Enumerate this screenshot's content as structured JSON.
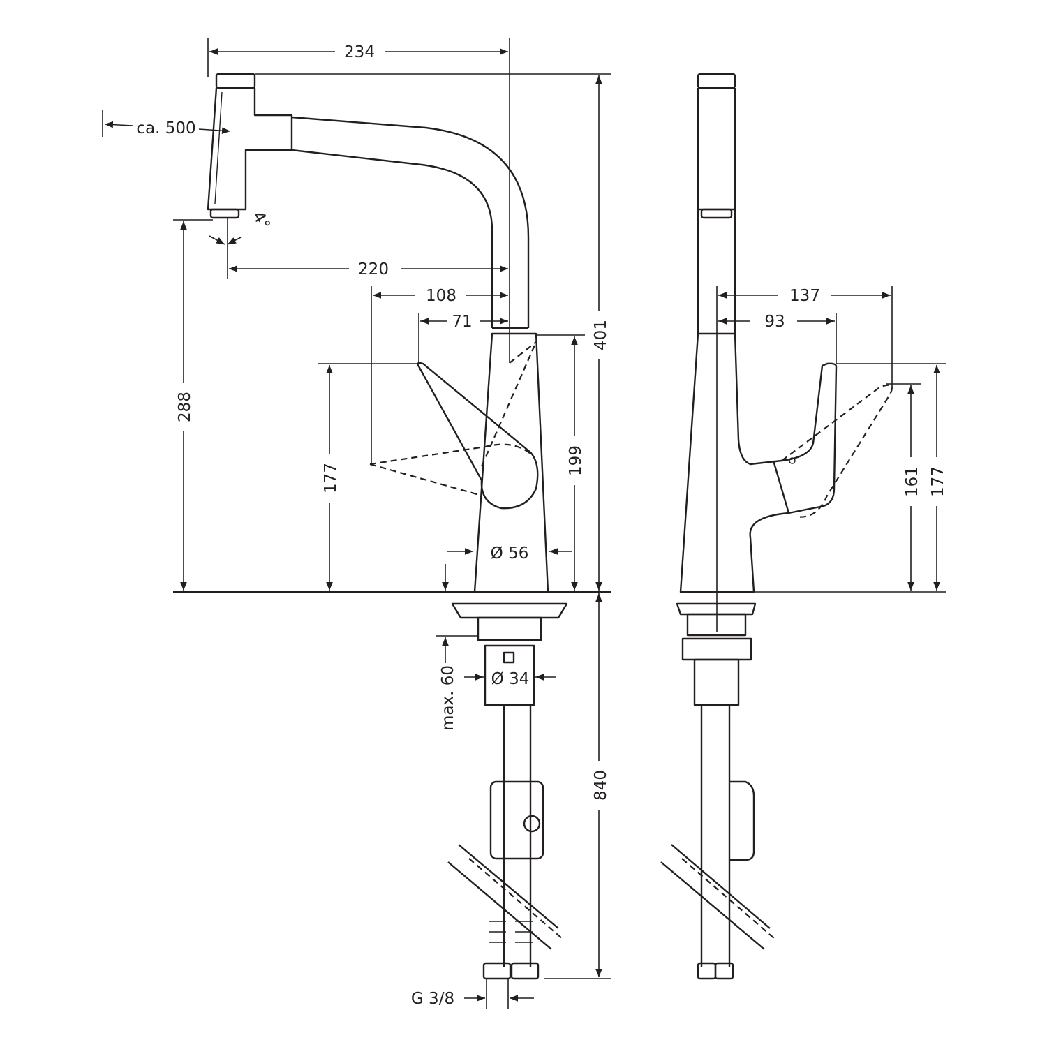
{
  "drawing": {
    "front_view": {
      "dim_width_total": "234",
      "dim_pullout": "ca. 500",
      "dim_angle": "4°",
      "dim_reach": "220",
      "dim_lever_reach": "108",
      "dim_lever_offset": "71",
      "dim_height_total": "401",
      "dim_lever_height": "199",
      "dim_handle_height": "177",
      "dim_spout_height": "288",
      "dim_body_diameter": "Ø 56",
      "dim_max_thickness": "max. 60",
      "dim_shank_diameter": "Ø 34",
      "dim_hose_length": "840",
      "dim_connection": "G 3/8"
    },
    "side_view": {
      "dim_lever_swing": "137",
      "dim_lever_depth": "93",
      "dim_lever_height_open": "161",
      "dim_lever_height": "177"
    }
  }
}
